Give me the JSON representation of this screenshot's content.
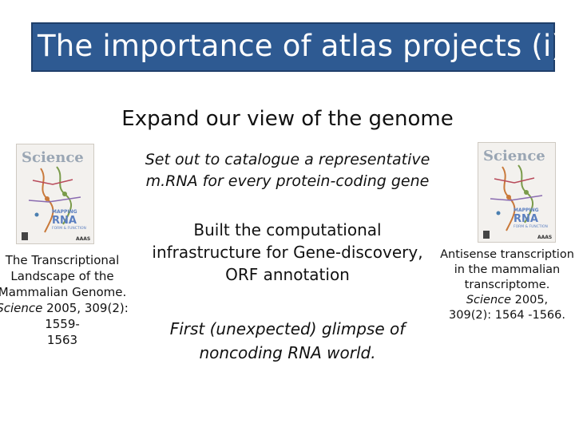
{
  "slide": {
    "title": "The importance of atlas projects (i)",
    "subtitle": "Expand our view of the genome",
    "point_catalogue_1": "Set out to catalogue a representative",
    "point_catalogue_2": "m.RNA for every protein-coding gene",
    "point_infra_1": "Built the computational",
    "point_infra_2": "infrastructure for Gene-discovery,",
    "point_infra_3": "ORF annotation",
    "point_glimpse_1": "First (unexpected) glimpse of",
    "point_glimpse_2": "noncoding RNA world."
  },
  "left_reference": {
    "cover_masthead": "Science",
    "cover_headline_1": "MAPPING",
    "cover_headline_2": "RNA",
    "cover_headline_3": "FORM & FUNCTION",
    "cover_publisher": "AAAS",
    "line1": "The Transcriptional",
    "line2": "Landscape of the",
    "line3": "Mammalian Genome.",
    "journal": "Science",
    "citation_tail": " 2005, 309(2): 1559-",
    "line5": "1563"
  },
  "right_reference": {
    "cover_masthead": "Science",
    "cover_headline_1": "MAPPING",
    "cover_headline_2": "RNA",
    "cover_headline_3": "FORM & FUNCTION",
    "cover_publisher": "AAAS",
    "line1": "Antisense transcription",
    "line2": "in the mammalian",
    "line3": "transcriptome.",
    "journal": "Science",
    "citation_year": " 2005,",
    "line5": "309(2): 1564 -1566."
  },
  "colors": {
    "title_bar": "#2e5a92",
    "title_text": "#ffffff",
    "masthead": "#9aa6b4",
    "cover_headline": "#5b7fc0"
  }
}
